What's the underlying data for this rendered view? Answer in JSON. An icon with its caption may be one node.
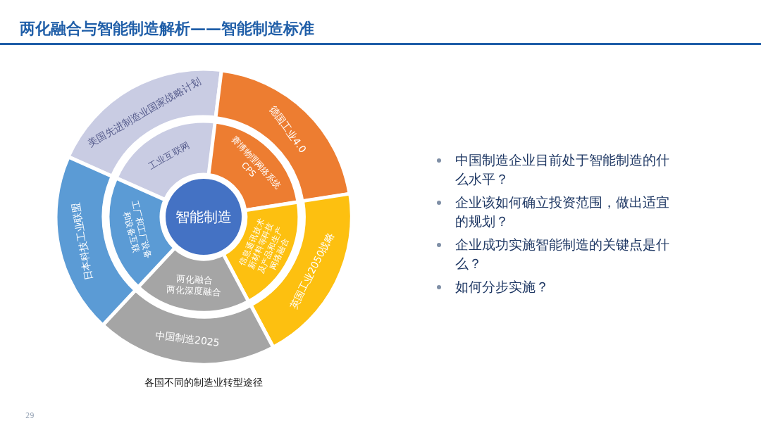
{
  "diagram": {
    "title": "两化融合与智能制造解析——智能制造标准",
    "caption": "各国不同的制造业转型途径",
    "nodes": [
      {
        "text": [
          "智能制造"
        ]
      },
      {
        "text": [
          "美国先进制造业国家战略计划"
        ]
      },
      {
        "text": [
          "工业互联网"
        ]
      },
      {
        "text": [
          "德国工业4.0"
        ]
      },
      {
        "text": [
          "赛博物理网络系统",
          "CPS"
        ]
      },
      {
        "text": [
          "英国工业2050战略"
        ]
      },
      {
        "text": [
          "信息通讯技术新材料等科技及产品和生产网络融合"
        ]
      },
      {
        "text": [
          "中国制造2025"
        ]
      },
      {
        "text": [
          "两化融合",
          "两化深度融合"
        ]
      },
      {
        "text": [
          "日本科技工业联盟"
        ]
      },
      {
        "text": [
          "工厂和工厂设备和设备互联"
        ]
      }
    ],
    "labels": [
      "中国制造企业目前处于智能制造的什么水平？",
      "企业该如何确立投资范围，做出适宜的规划？",
      "企业成功实施智能制造的关键点是什么？",
      "如何分步实施？",
      "29"
    ]
  }
}
